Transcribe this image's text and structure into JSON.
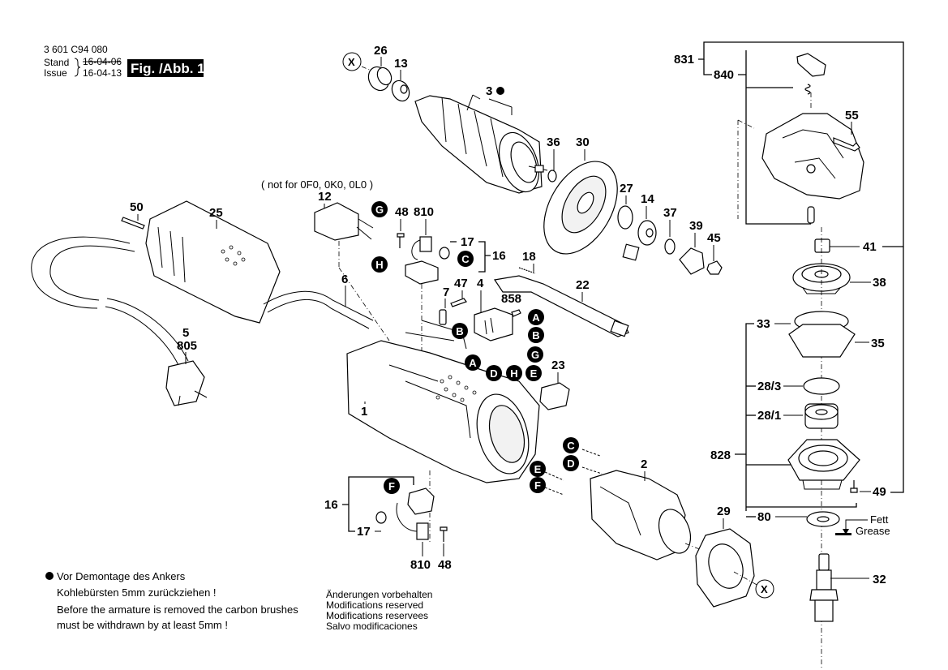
{
  "header": {
    "doc_number": "3 601 C94 080",
    "stand_label": "Stand",
    "issue_label": "Issue",
    "stand_date_struck": "16-04-06",
    "issue_date": "16-04-13",
    "figure_label": "Fig. /Abb. 1"
  },
  "note_variant": "( not for 0F0, 0K0, 0L0 )",
  "parts": {
    "p1": "1",
    "p2": "2",
    "p3": "3",
    "p4": "4",
    "p5": "5",
    "p6": "6",
    "p7": "7",
    "p12": "12",
    "p13": "13",
    "p14": "14",
    "p16a": "16",
    "p16b": "16",
    "p17a": "17",
    "p17b": "17",
    "p18": "18",
    "p22": "22",
    "p23": "23",
    "p25": "25",
    "p26": "26",
    "p27": "27",
    "p28_1": "28/1",
    "p28_3": "28/3",
    "p29": "29",
    "p30": "30",
    "p32": "32",
    "p33": "33",
    "p35": "35",
    "p36": "36",
    "p37": "37",
    "p38": "38",
    "p39": "39",
    "p41": "41",
    "p45": "45",
    "p47": "47",
    "p48a": "48",
    "p48b": "48",
    "p49": "49",
    "p50": "50",
    "p55": "55",
    "p80": "80",
    "p805": "805",
    "p810a": "810",
    "p810b": "810",
    "p828": "828",
    "p831": "831",
    "p840": "840",
    "p858": "858"
  },
  "connectors": [
    "A",
    "B",
    "C",
    "D",
    "E",
    "F",
    "G",
    "H"
  ],
  "ref_marker": "X",
  "grease": {
    "de": "Fett",
    "en": "Grease"
  },
  "footnote": {
    "de_line1": "Vor Demontage des Ankers",
    "de_line2": "Kohlebürsten 5mm zurückziehen !",
    "en_line1": "Before the armature is removed the carbon brushes",
    "en_line2": "must be withdrawn by at least 5mm !"
  },
  "modifications": [
    "Änderungen vorbehalten",
    "Modifications reserved",
    "Modifications reservees",
    "Salvo modificaciones"
  ]
}
